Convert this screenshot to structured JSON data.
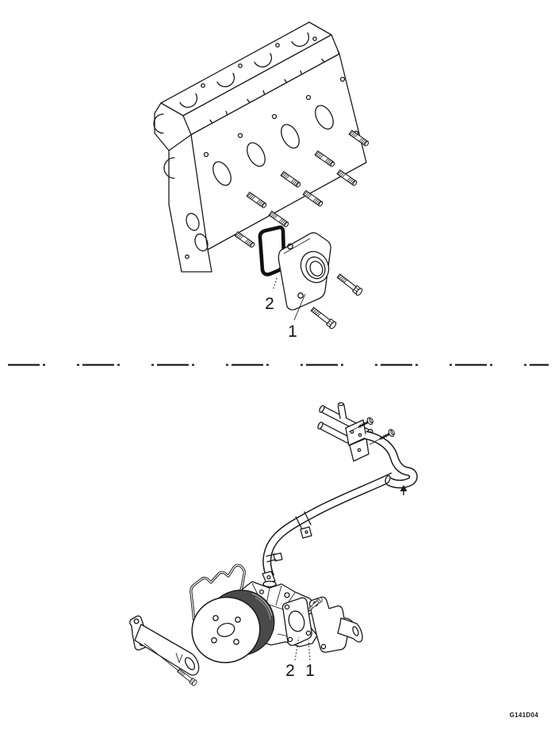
{
  "figure": {
    "code": "G141D04",
    "top_section": {
      "callouts": [
        {
          "label": "2"
        },
        {
          "label": "1"
        }
      ]
    },
    "bottom_section": {
      "callouts": [
        {
          "label": "2"
        },
        {
          "label": "1"
        }
      ]
    },
    "colors": {
      "line": "#1a1a1a",
      "background": "#ffffff",
      "pulley_shade": "#4a4a4a"
    }
  }
}
